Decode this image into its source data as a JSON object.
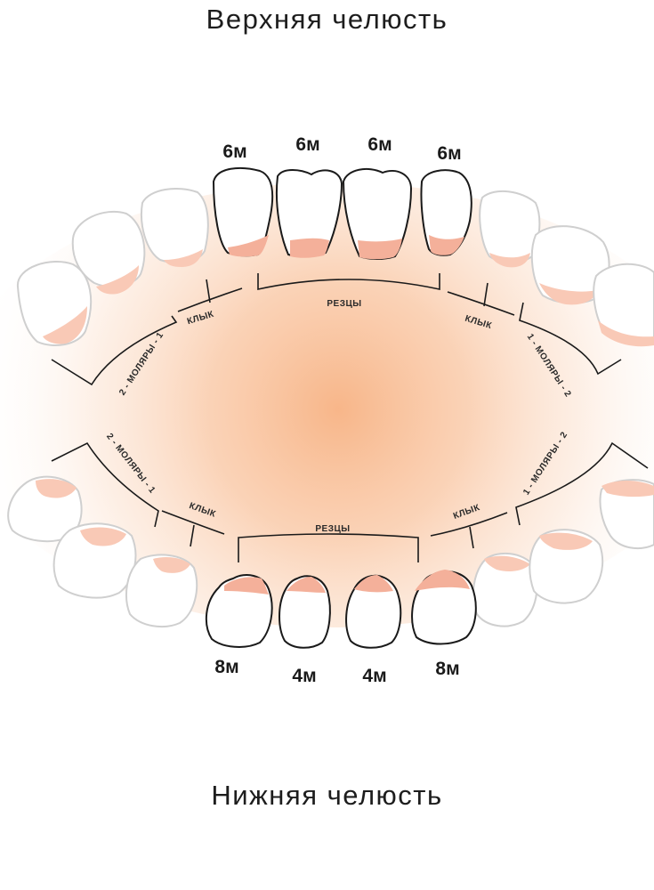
{
  "titles": {
    "upper_jaw": "Верхняя челюсть",
    "lower_jaw": "Нижняя челюсть"
  },
  "upper": {
    "ages": [
      "6м",
      "6м",
      "6м",
      "6м"
    ],
    "groups": {
      "incisors": "РЕЗЦЫ",
      "canine_left": "КЛЫК",
      "canine_right": "КЛЫК",
      "molars_left": "2 - МОЛЯРЫ - 1",
      "molars_right": "1 - МОЛЯРЫ - 2"
    }
  },
  "lower": {
    "ages": [
      "8м",
      "4м",
      "4м",
      "8м"
    ],
    "groups": {
      "incisors": "РЕЗЦЫ",
      "canine_left": "КЛЫК",
      "canine_right": "КЛЫК",
      "molars_left": "2 - МОЛЯРЫ - 1",
      "molars_right": "1 - МОЛЯРЫ - 2"
    }
  },
  "colors": {
    "gum": "#f4b09a",
    "glow": "#f7b283",
    "outline": "#1a1a1a",
    "faded_outline": "#c9c9c9"
  }
}
